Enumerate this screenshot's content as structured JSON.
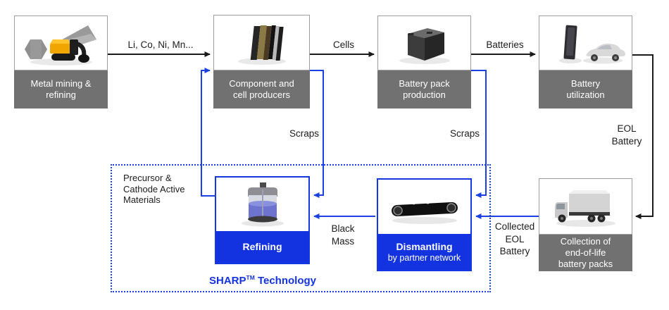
{
  "colors": {
    "accent_blue": "#1333e0",
    "line_blue": "#1c41e3",
    "line_black": "#1a1a1a",
    "band_gray": "#717171"
  },
  "nodes": {
    "metal_mining": {
      "lines": [
        "Metal mining &",
        "refining"
      ]
    },
    "component_cell": {
      "lines": [
        "Component and",
        "cell producers"
      ]
    },
    "battery_pack": {
      "lines": [
        "Battery pack",
        "production"
      ]
    },
    "battery_utilization": {
      "lines": [
        "Battery",
        "utilization"
      ]
    },
    "collection": {
      "lines": [
        "Collection of",
        "end-of-life",
        "battery packs"
      ]
    },
    "dismantling": {
      "title": "Dismantling",
      "subtitle": "by partner network"
    },
    "refining": {
      "title": "Refining"
    }
  },
  "flows": {
    "mining_to_component": "Li, Co, Ni, Mn...",
    "component_to_pack": "Cells",
    "pack_to_utilization": "Batteries",
    "utilization_to_collection": [
      "EOL",
      "Battery"
    ],
    "collection_to_dismantling": [
      "Collected",
      "EOL",
      "Battery"
    ],
    "dismantling_to_refining": [
      "Black",
      "Mass"
    ],
    "scraps_from_component": "Scraps",
    "scraps_from_pack": "Scraps",
    "refining_output": [
      "Precursor &",
      "Cathode Active",
      "Materials"
    ]
  },
  "sharp": {
    "brand": "SHARP",
    "tm": "TM",
    "suffix": "Technology"
  }
}
